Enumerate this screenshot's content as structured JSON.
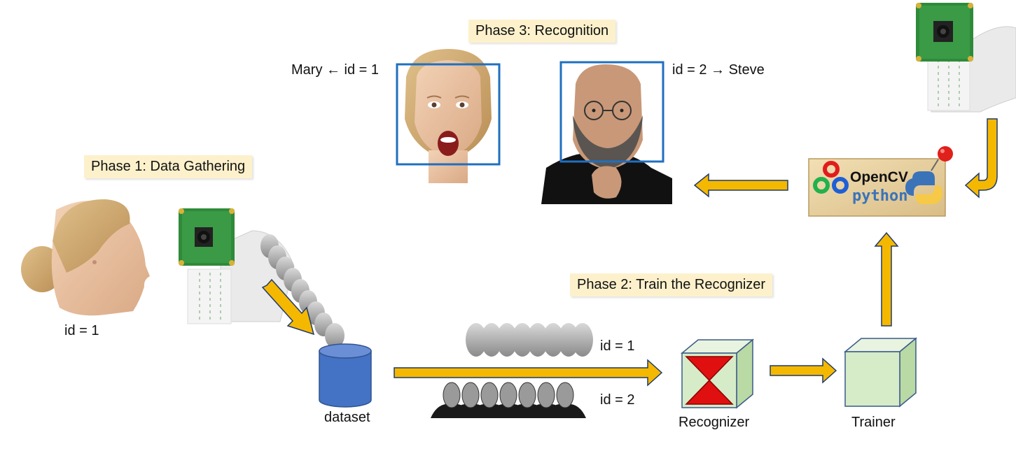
{
  "phases": {
    "p1": "Phase 1: Data Gathering",
    "p2": "Phase 2: Train the Recognizer",
    "p3": "Phase 3: Recognition"
  },
  "labels": {
    "mary": "Mary ← id = 1",
    "steve": "id = 2 → Steve",
    "subject_id": "id = 1",
    "dataset": "dataset",
    "train_id1": "id = 1",
    "train_id2": "id = 2",
    "recognizer": "Recognizer",
    "trainer": "Trainer"
  },
  "opencv": {
    "title": "OpenCV",
    "subtitle": "python"
  },
  "colors": {
    "arrow": "#f5b800",
    "arrow_edge": "#1f3a6e",
    "phase_bg": "#fdf1cc",
    "detect_box": "#1f6fc0",
    "db": "#4472c4",
    "cube": "#d6ecc8",
    "hourglass": "#e01010"
  }
}
